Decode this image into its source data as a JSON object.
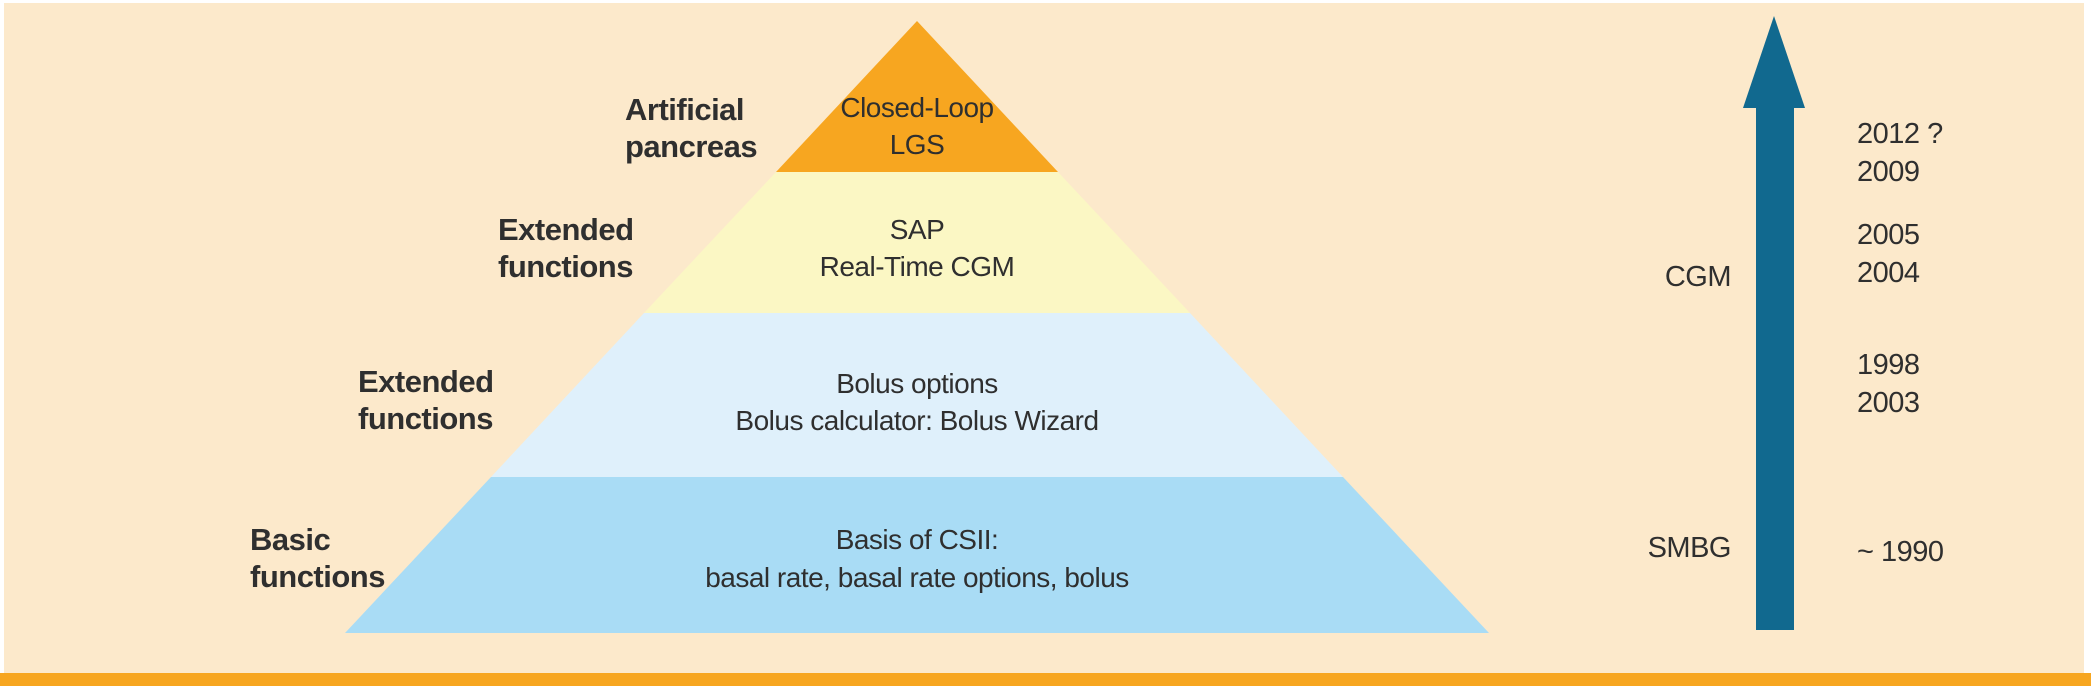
{
  "figure": {
    "background_color": "#FCE9CB",
    "page_border_color": "#FFFFFF",
    "bottom_bar_color": "#F7A620",
    "text_color": "#2F2F2F"
  },
  "pyramid": {
    "levels": [
      {
        "name": "artificial-pancreas",
        "color": "#F7A620",
        "label_lines": [
          "Artificial",
          "pancreas"
        ],
        "content_lines": [
          "Closed-Loop",
          "LGS"
        ]
      },
      {
        "name": "extended-functions-upper",
        "color": "#FBF7C4",
        "label_lines": [
          "Extended",
          "functions"
        ],
        "content_lines": [
          "SAP",
          "Real-Time CGM"
        ]
      },
      {
        "name": "extended-functions-lower",
        "color": "#DFF0FB",
        "label_lines": [
          "Extended",
          "functions"
        ],
        "content_lines": [
          "Bolus options",
          "Bolus calculator: Bolus Wizard"
        ]
      },
      {
        "name": "basic-functions",
        "color": "#A9DCF5",
        "label_lines": [
          "Basic",
          "functions"
        ],
        "content_lines": [
          "Basis of CSII:",
          "basal rate, basal rate options, bolus"
        ]
      }
    ]
  },
  "timeline": {
    "arrow_color": "#11698F",
    "arrow_direction": "up",
    "markers": [
      {
        "label": "CGM"
      },
      {
        "label": "SMBG"
      }
    ],
    "year_groups": [
      {
        "lines": [
          "2012 ?",
          "2009"
        ]
      },
      {
        "lines": [
          "2005",
          "2004"
        ]
      },
      {
        "lines": [
          "1998",
          "2003"
        ]
      },
      {
        "lines": [
          "~ 1990",
          ""
        ]
      }
    ]
  }
}
